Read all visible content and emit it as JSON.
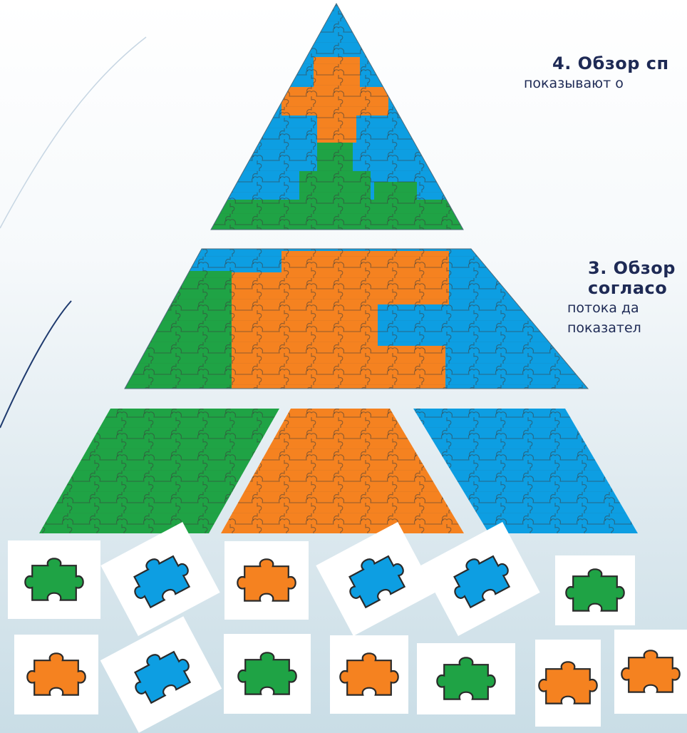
{
  "colors": {
    "blue": "#0d9ee2",
    "orange": "#f58220",
    "green": "#1fa345",
    "outline": "#2a2a2a",
    "accent_line": "#1e3a6e"
  },
  "captions": {
    "level4": {
      "title": "4. Обзор сп",
      "lines": [
        "показывают о"
      ]
    },
    "level3": {
      "title_lines": [
        "3. Обзор",
        "согласо"
      ],
      "lines": [
        "потока да",
        "показател"
      ]
    }
  },
  "pyramid": {
    "top_tier": {
      "fill": "blue",
      "pieces": [
        "blue",
        "orange",
        "green"
      ]
    },
    "middle_tier": {
      "pieces": [
        "green",
        "blue",
        "orange"
      ]
    },
    "bottom_tier": {
      "segments": [
        "green",
        "orange",
        "blue"
      ]
    }
  },
  "loose_pieces": [
    "green",
    "blue",
    "orange",
    "blue",
    "blue",
    "green",
    "orange",
    "blue",
    "green",
    "orange",
    "green",
    "orange",
    "orange"
  ]
}
